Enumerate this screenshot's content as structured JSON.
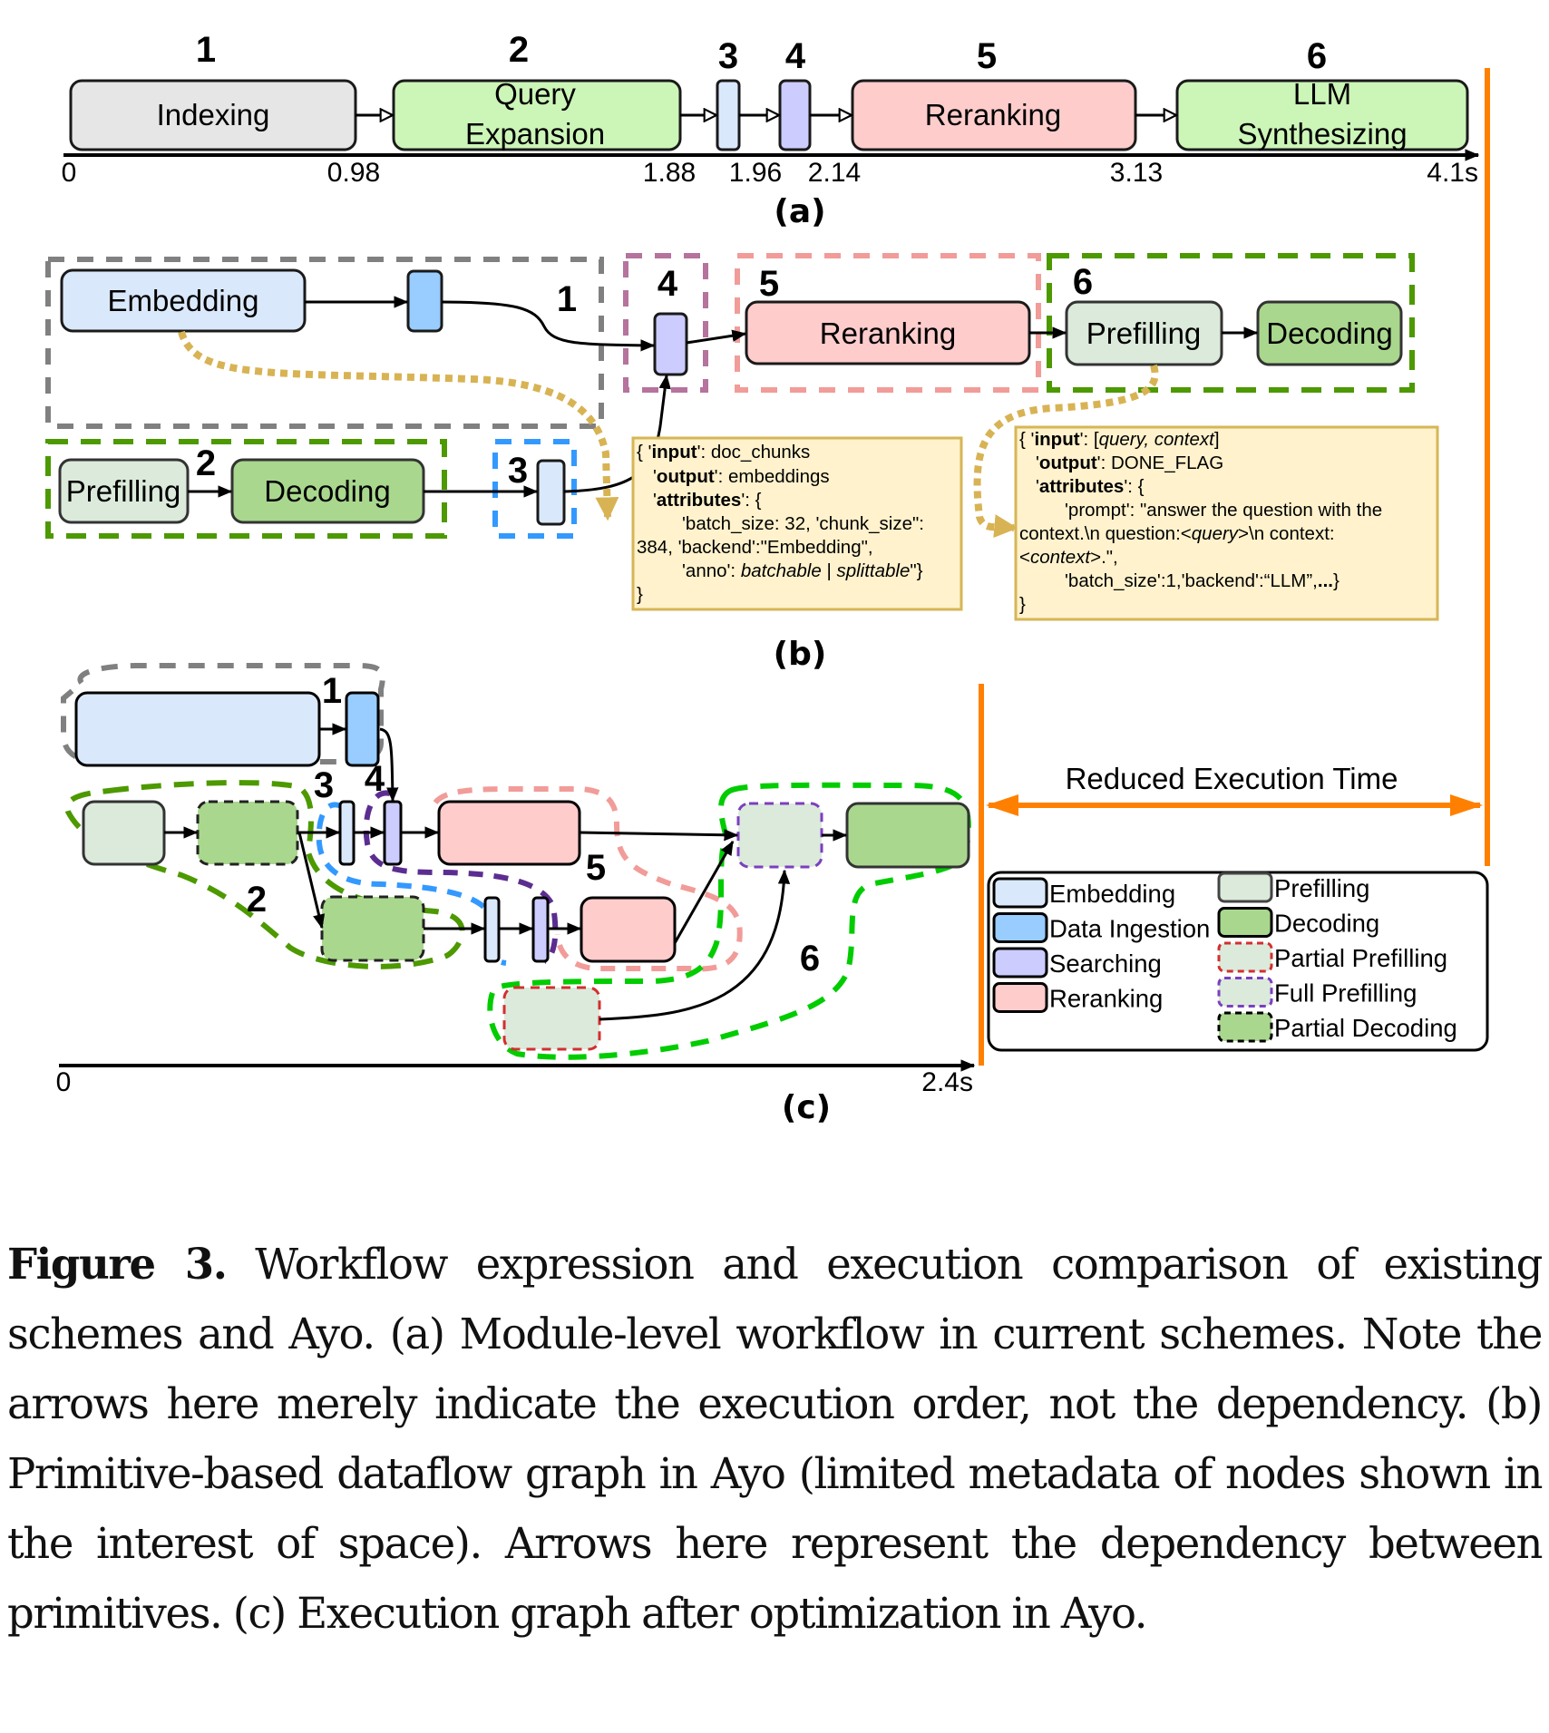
{
  "panel_a": {
    "label": "(a)",
    "stages": [
      {
        "num": "1",
        "line1": "Indexing",
        "line2": ""
      },
      {
        "num": "2",
        "line1": "Query",
        "line2": "Expansion"
      },
      {
        "num": "3",
        "line1": "",
        "line2": ""
      },
      {
        "num": "4",
        "line1": "",
        "line2": ""
      },
      {
        "num": "5",
        "line1": "Reranking",
        "line2": ""
      },
      {
        "num": "6",
        "line1": "LLM",
        "line2": "Synthesizing"
      }
    ],
    "ticks": [
      "0",
      "0.98",
      "1.88",
      "1.96",
      "2.14",
      "3.13",
      "4.1s"
    ]
  },
  "panel_b": {
    "label": "(b)",
    "nodes": {
      "embedding": "Embedding",
      "reranking": "Reranking",
      "prefilling_top": "Prefilling",
      "decoding_top": "Decoding",
      "prefilling_bottom": "Prefilling",
      "decoding_bottom": "Decoding"
    },
    "group_numbers": [
      "1",
      "2",
      "3",
      "4",
      "5",
      "6"
    ],
    "info_box_embedding": {
      "line1_prefix": "{  '",
      "line1_key": "input",
      "line1_rest": "': doc_chunks",
      "line2_prefix": "'",
      "line2_key": "output",
      "line2_rest": "': embeddings",
      "line3_prefix": "'",
      "line3_key": "attributes",
      "line3_rest": "': {",
      "line4": "'batch_size: 32, 'chunk_size\":",
      "line5": "384, 'backend':\"Embedding\",",
      "line6_prefix": "'anno': ",
      "line6_italic1": "batchable",
      "line6_mid": " | ",
      "line6_italic2": "splittable",
      "line6_end": "\"}",
      "line7": "}"
    },
    "info_box_llm": {
      "line1_prefix": "{  '",
      "line1_key": "input",
      "line1_mid": "': [",
      "line1_italic": "query, context",
      "line1_end": "]",
      "line2_prefix": "'",
      "line2_key": "output",
      "line2_rest": "': DONE_FLAG",
      "line3_prefix": "'",
      "line3_key": "attributes",
      "line3_rest": "': {",
      "line4": "'prompt': \"answer the question with the",
      "line5_a": "context.\\n question:<",
      "line5_italic": "query",
      "line5_b": ">\\n context:",
      "line6_a": "<",
      "line6_italic": "context",
      "line6_b": ">.\",",
      "line7_a": "'batch_size':1,'backend':“LLM”,",
      "line7_bold": "...",
      "line7_end": "}",
      "line8": "}"
    }
  },
  "panel_c": {
    "label": "(c)",
    "group_numbers": [
      "1",
      "2",
      "3",
      "4",
      "5",
      "6"
    ],
    "ticks": [
      "0",
      "2.4s"
    ],
    "reduced_time_label": "Reduced Execution Time",
    "legend": [
      {
        "label": "Embedding",
        "fill": "#dae8fc",
        "stroke": "#000000",
        "dashed": false
      },
      {
        "label": "Data Ingestion",
        "fill": "#99ccff",
        "stroke": "#000000",
        "dashed": false
      },
      {
        "label": "Searching",
        "fill": "#ccccff",
        "stroke": "#000000",
        "dashed": false
      },
      {
        "label": "Reranking",
        "fill": "#ffcccc",
        "stroke": "#000000",
        "dashed": false
      },
      {
        "label": "Prefilling",
        "fill": "#dbeadb",
        "stroke": "#444444",
        "dashed": false
      },
      {
        "label": "Decoding",
        "fill": "#a9d78e",
        "stroke": "#000000",
        "dashed": false
      },
      {
        "label": "Partial Prefilling",
        "fill": "#dbeadb",
        "stroke": "#d32f2f",
        "dashed": true
      },
      {
        "label": "Full Prefilling",
        "fill": "#dbeadb",
        "stroke": "#7b3fbf",
        "dashed": true
      },
      {
        "label": "Partial Decoding",
        "fill": "#a9d78e",
        "stroke": "#000000",
        "dashed": true
      }
    ]
  },
  "colors": {
    "indexing": "#e6e6e6",
    "llm_green": "#ccf5b8",
    "embedding": "#dae8fc",
    "ingestion": "#99ccff",
    "searching": "#ccccff",
    "reranking": "#ffcccc",
    "prefilling": "#dbeadb",
    "decoding": "#a9d78e",
    "orange": "#ff8000",
    "gold": "#d8b354",
    "info_fill": "#fff2cc",
    "gray_dash": "#808080",
    "green_dash": "#4d9900",
    "bright_green_dash": "#00cc00",
    "blue_dash": "#3399ff",
    "purple_dash": "#b5739d",
    "dark_purple_dash": "#5c2d91",
    "pink_dash": "#f19c99",
    "red_dash": "#d32f2f"
  },
  "caption": {
    "label": "Figure 3.",
    "text": " Workflow expression and execution comparison of existing schemes and Ayo. (a) Module-level workflow in current schemes. Note the arrows here merely indicate the execution order, not the dependency. (b) Primitive-based dataflow graph in Ayo (limited metadata of nodes shown in the interest of space). Arrows here represent the dependency between primitives. (c) Execution graph after optimization in Ayo."
  }
}
